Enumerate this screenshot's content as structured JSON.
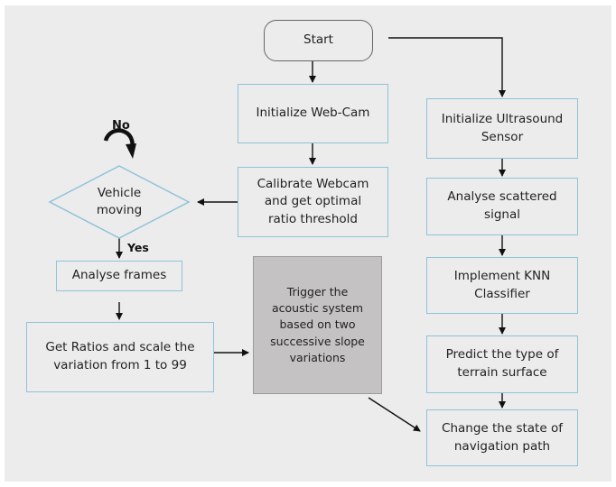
{
  "nodes": {
    "start": "Start",
    "init_webcam": "Initialize Web-Cam",
    "calibrate": [
      "Calibrate Webcam",
      "and get optimal",
      "ratio threshold"
    ],
    "vehicle_moving": [
      "Vehicle",
      "moving"
    ],
    "analyse_frames": "Analyse frames",
    "get_ratios": [
      "Get Ratios and scale the",
      "variation from  1 to 99"
    ],
    "trigger": [
      "Trigger the",
      "acoustic system",
      "based on two",
      "successive slope",
      "variations"
    ],
    "init_ultrasound": [
      "Initialize Ultrasound",
      "Sensor"
    ],
    "analyse_signal": [
      "Analyse scattered",
      "signal"
    ],
    "knn": [
      "Implement KNN",
      "Classifier"
    ],
    "predict": [
      "Predict the type of",
      "terrain surface"
    ],
    "change_state": [
      "Change the state of",
      "navigation path"
    ]
  },
  "labels": {
    "no": "No",
    "yes": "Yes"
  },
  "colors": {
    "box_border": "#8fc3d8",
    "grey_box": "#c4c2c2",
    "background": "#ececec"
  }
}
